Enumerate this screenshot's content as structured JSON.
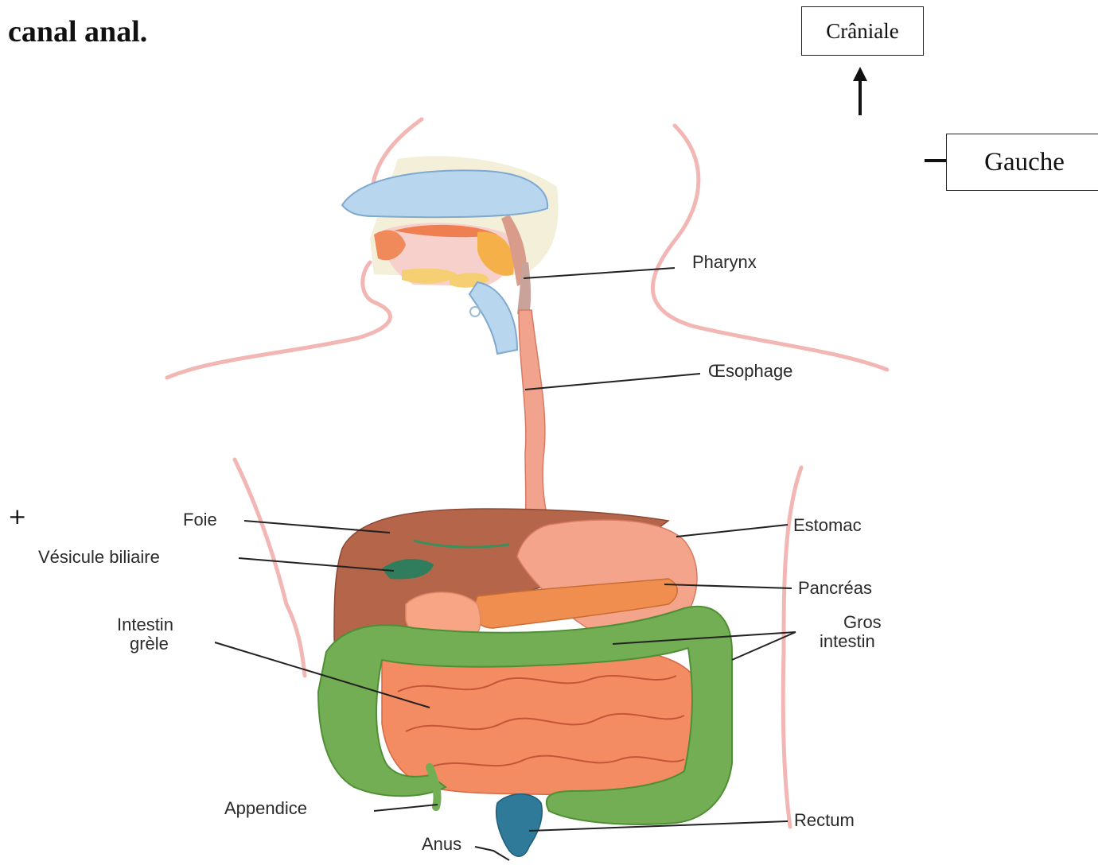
{
  "heading": "canal anal.",
  "orientation": {
    "cranial": "Crâniale",
    "left": "Gauche",
    "plus_mark": "+"
  },
  "labels": {
    "pharynx": "Pharynx",
    "esophagus": "Œsophage",
    "liver": "Foie",
    "gallbladder": "Vésicule biliaire",
    "stomach": "Estomac",
    "pancreas": "Pancréas",
    "small_intestine_line1": "Intestin",
    "small_intestine_line2": "grèle",
    "large_intestine_line1": "Gros",
    "large_intestine_line2": "intestin",
    "appendix": "Appendice",
    "rectum": "Rectum",
    "anus": "Anus"
  },
  "colors": {
    "body_outline": "#f2b7b4",
    "liver": "#b5654a",
    "stomach": "#f4a48a",
    "pancreas": "#ef8e4e",
    "small_intestine": "#f38c62",
    "large_intestine": "#73ad54",
    "gallbladder": "#2f7d5c",
    "esophagus": "#f2a38d",
    "rectum": "#2f7a98",
    "nasal": "#b8d7ef"
  }
}
